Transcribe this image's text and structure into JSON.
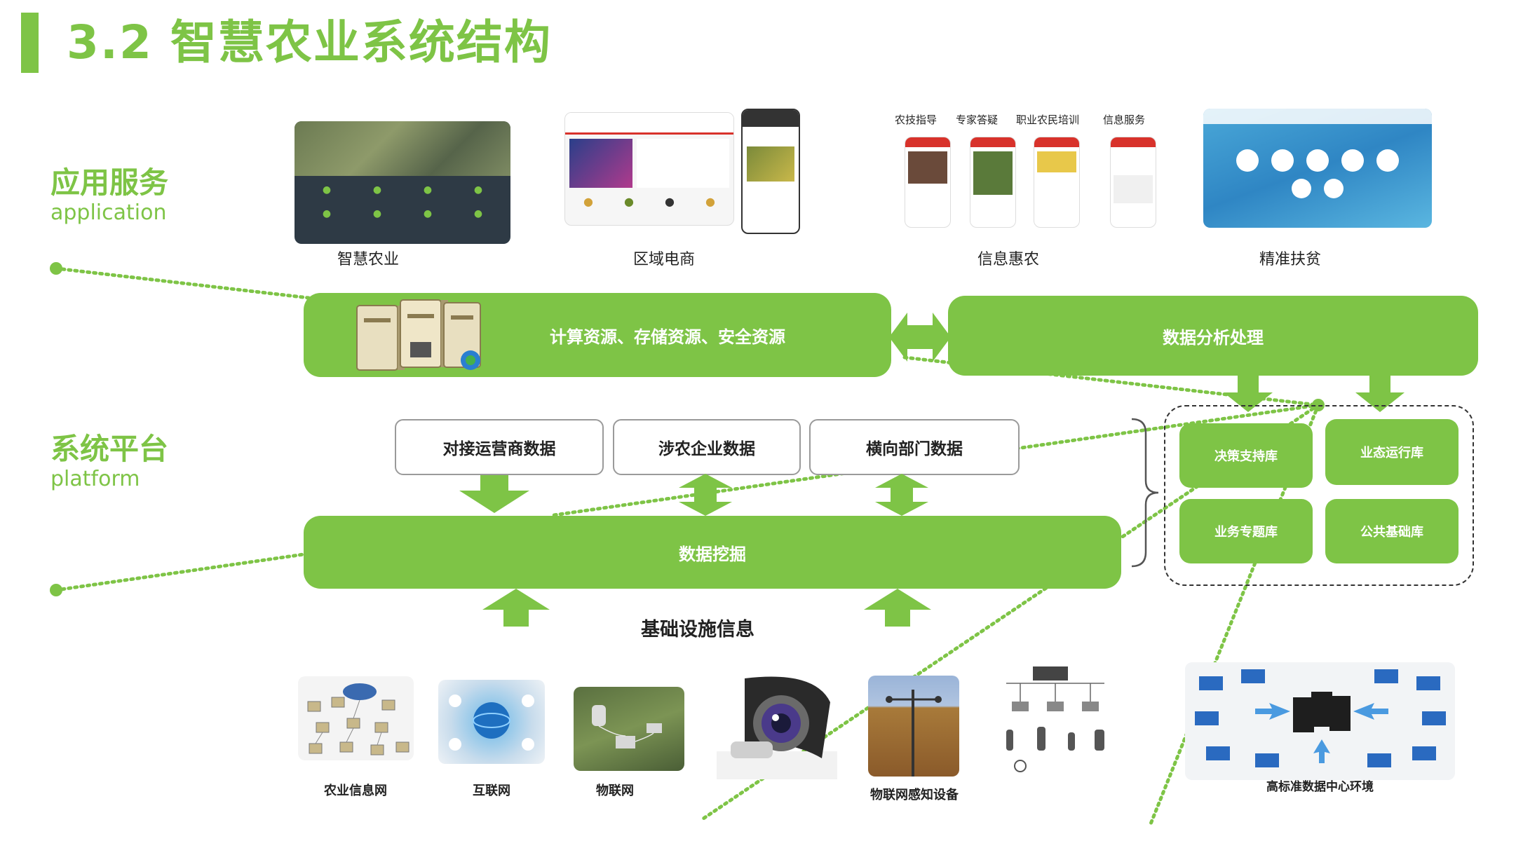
{
  "title": "3.2 智慧农业系统结构",
  "layers": {
    "application": {
      "zh": "应用服务",
      "en": "application"
    },
    "platform": {
      "zh": "系统平台",
      "en": "platform"
    }
  },
  "apps": {
    "smart_agri": "智慧农业",
    "regional_ecommerce": "区域电商",
    "info_benefit": "信息惠农",
    "poverty": "精准扶贫"
  },
  "info_tabs": [
    "农技指导",
    "专家答疑",
    "职业农民培训",
    "信息服务"
  ],
  "resources": "计算资源、存储资源、安全资源",
  "analysis": "数据分析处理",
  "sources": [
    "对接运营商数据",
    "涉农企业数据",
    "横向部门数据"
  ],
  "mining": "数据挖掘",
  "databases": [
    "决策支持库",
    "业态运行库",
    "业务专题库",
    "公共基础库"
  ],
  "infra_title": "基础设施信息",
  "infra": [
    "农业信息网",
    "互联网",
    "物联网",
    "物联网感知设备"
  ],
  "datacenter": "高标准数据中心环境",
  "colors": {
    "accent": "#7ec446",
    "dark_panel": "#2e3a45",
    "red": "#d8322b"
  }
}
